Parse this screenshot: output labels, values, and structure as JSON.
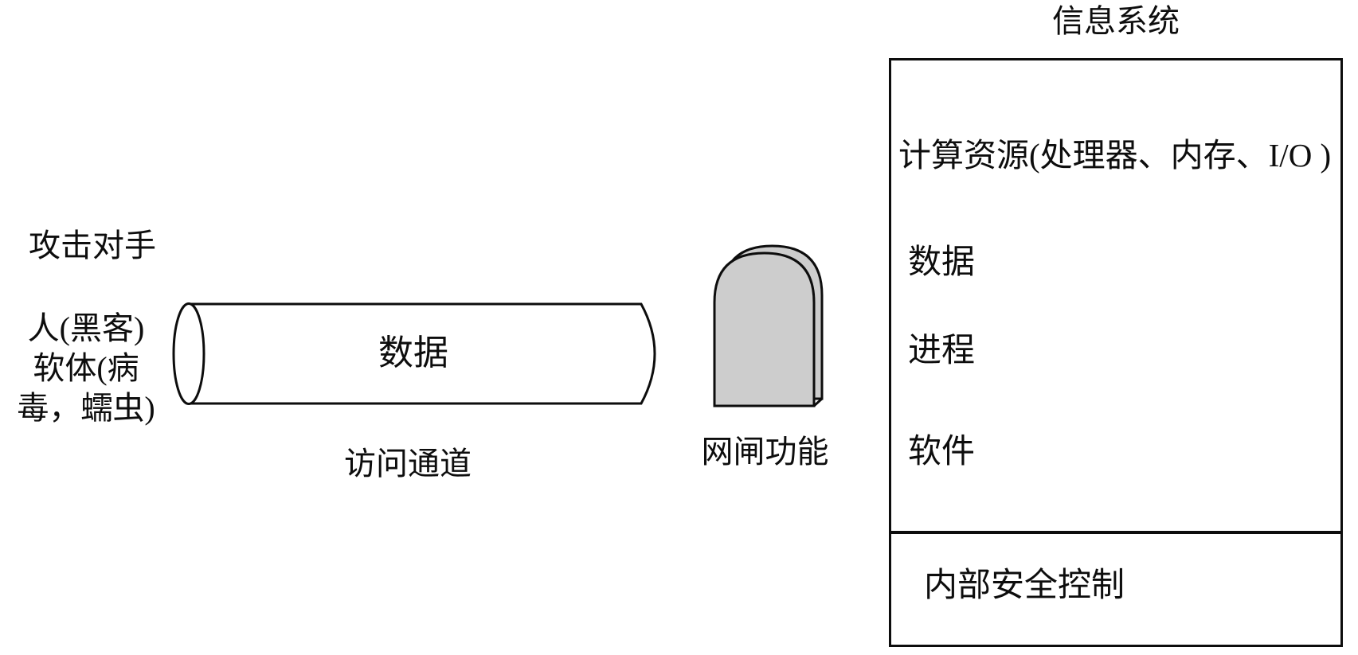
{
  "colors": {
    "background": "#ffffff",
    "stroke": "#0d0d0d",
    "dome_fill": "#cdcdcd",
    "text": "#0d0d0d"
  },
  "attacker": {
    "title": "攻击对手",
    "line1": "人(黑客)",
    "line2": "软体(病",
    "line3": "毒，蠕虫)"
  },
  "pipe": {
    "label": "数据",
    "caption": "访问通道"
  },
  "gate": {
    "caption": "网闸功能"
  },
  "system": {
    "title": "信息系统",
    "items": [
      "计算资源(处理器、内存、I/O )",
      "数据",
      "进程",
      "软件"
    ],
    "footer": "内部安全控制"
  }
}
